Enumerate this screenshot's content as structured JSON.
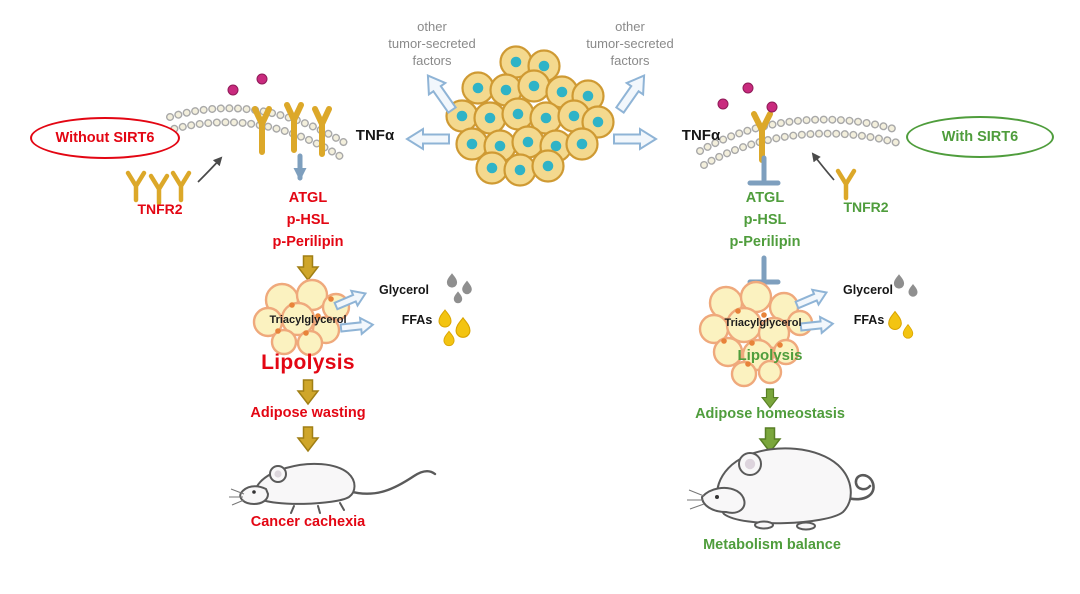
{
  "colors": {
    "red": "#e30613",
    "green": "#4f9d3c",
    "green_arrow": "#7aa63c",
    "gold": "#cfa62a",
    "steel": "#7e9fbe",
    "magenta": "#c92a7e",
    "blue_arrow": "#8fb4d6",
    "gray": "#8a8a8a"
  },
  "icons": {
    "ligand_dot": "filled-circle",
    "glycerol_droplets": "gray-droplets",
    "ffa_droplets": "yellow-droplets",
    "inhibition_bar": "t-bar",
    "down_arrow": "block-arrow-down",
    "tnf_arrow": "outline-block-arrow",
    "receptor": "y-shape"
  },
  "tumor": {
    "factors_left": "other\ntumor-secreted\nfactors",
    "factors_right": "other\ntumor-secreted\nfactors",
    "tnf_left": "TNFα",
    "tnf_right": "TNFα"
  },
  "left": {
    "badge": "Without SIRT6",
    "receptor": "TNFR2",
    "enzymes": [
      "ATGL",
      "p-HSL",
      "p-Perilipin"
    ],
    "tag": "Triacylglycerol",
    "glycerol": "Glycerol",
    "ffas": "FFAs",
    "lipolysis": "Lipolysis",
    "step1": "Adipose wasting",
    "step2": "Cancer cachexia"
  },
  "right": {
    "badge": "With SIRT6",
    "receptor": "TNFR2",
    "enzymes": [
      "ATGL",
      "p-HSL",
      "p-Perilipin"
    ],
    "tag": "Triacylglycerol",
    "glycerol": "Glycerol",
    "ffas": "FFAs",
    "lipolysis": "Lipolysis",
    "step1": "Adipose homeostasis",
    "step2": "Metabolism balance"
  }
}
